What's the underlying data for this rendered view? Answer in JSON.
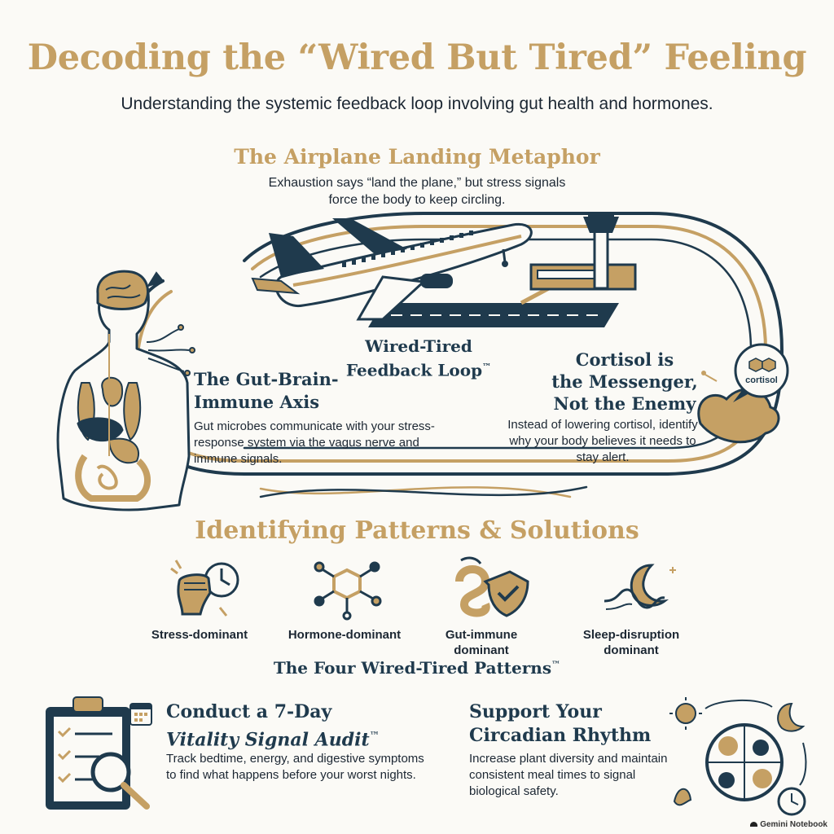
{
  "header": {
    "title": "Decoding the “Wired But Tired” Feeling",
    "subtitle": "Understanding the systemic feedback loop involving gut health and hormones."
  },
  "metaphor": {
    "title": "The Airplane Landing Metaphor",
    "description": "Exhaustion says “land the plane,” but stress signals force the body to keep circling."
  },
  "loop": {
    "label_line1": "Wired-Tired",
    "label_line2": "Feedback Loop",
    "tm": "™"
  },
  "gut_brain": {
    "title_line1": "The Gut-Brain-",
    "title_line2": "Immune Axis",
    "description": "Gut microbes communicate with your stress-response system via the vagus nerve and immune signals."
  },
  "cortisol": {
    "title_line1": "Cortisol is",
    "title_line2": "the Messenger,",
    "title_line3": "Not the Enemy",
    "description": "Instead of lowering cortisol, identify why your body believes it needs to stay alert.",
    "bubble_label": "cortisol"
  },
  "patterns": {
    "title": "Identifying Patterns & Solutions",
    "items": [
      {
        "label": "Stress-dominant",
        "icon": "fist-clock-icon"
      },
      {
        "label": "Hormone-dominant",
        "icon": "molecule-icon"
      },
      {
        "label": "Gut-immune dominant",
        "icon": "gut-shield-icon"
      },
      {
        "label": "Sleep-disruption dominant",
        "icon": "moon-icon"
      }
    ],
    "footer_label": "The Four Wired-Tired Patterns",
    "footer_tm": "™"
  },
  "audit": {
    "title_line1": "Conduct a 7-Day",
    "title_line2": "Vitality Signal Audit",
    "tm": "™",
    "description": "Track bedtime, energy, and digestive symptoms to find what happens before your worst nights."
  },
  "circadian": {
    "title_line1": "Support Your",
    "title_line2": "Circadian Rhythm",
    "description": "Increase plant diversity and maintain consistent meal times to signal biological safety."
  },
  "watermark": "Gemini Notebook",
  "colors": {
    "gold": "#c5a064",
    "navy": "#1f3a4d",
    "background": "#fbfaf6"
  }
}
